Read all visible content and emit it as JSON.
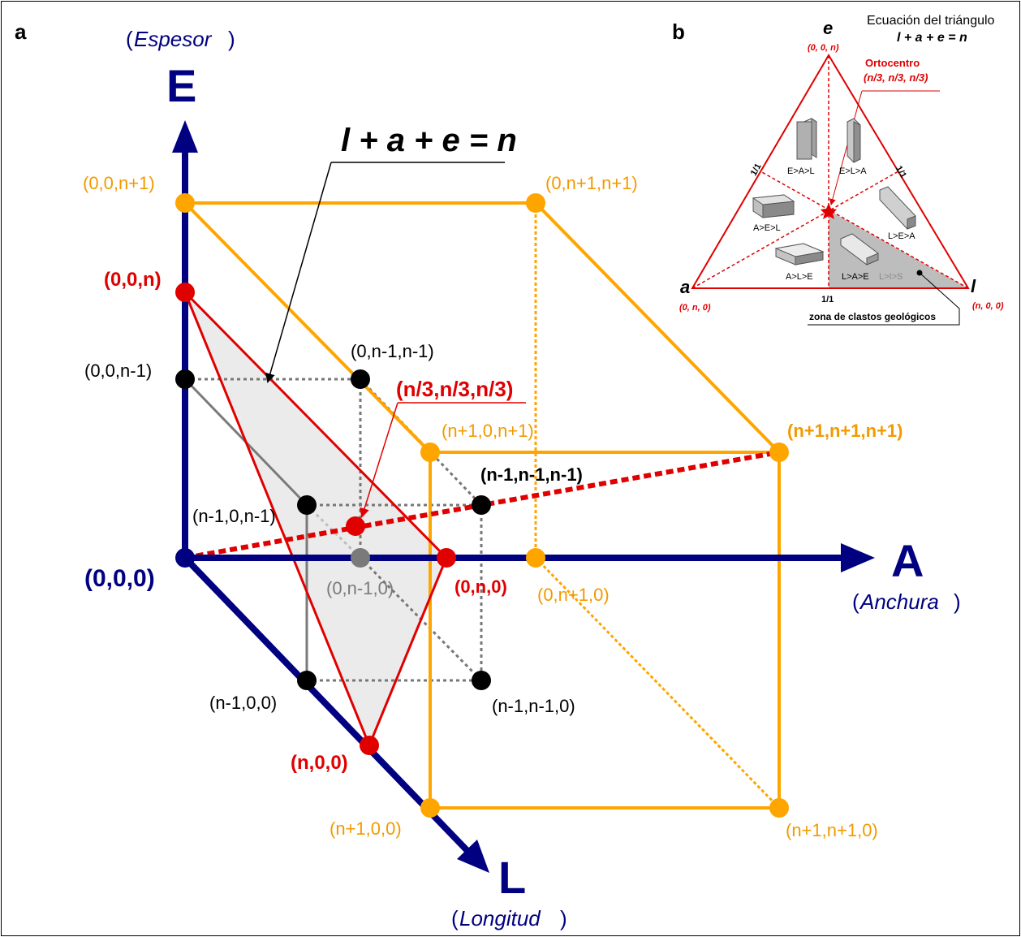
{
  "panels": {
    "a": "a",
    "b": "b"
  },
  "colors": {
    "axis": "#000080",
    "red": "#e00000",
    "orange": "#ffa500",
    "orange_text": "#f29a00",
    "black": "#000000",
    "gray": "#7a7a7a",
    "triangle_fill": "#ebebeb",
    "zone_fill": "#bdbdbd"
  },
  "axes": {
    "E": {
      "letter": "E",
      "name": "Espesor"
    },
    "A": {
      "letter": "A",
      "name": "Anchura"
    },
    "L": {
      "letter": "L",
      "name": "Longitud"
    }
  },
  "equation": "l + a + e = n",
  "points": {
    "origin": "(0,0,0)",
    "e_n": "(0,0,n)",
    "e_n1": "(0,0,n+1)",
    "e_nm1": "(0,0,n-1)",
    "a_n": "(0,n,0)",
    "a_n1": "(0,n+1,0)",
    "a_nm1": "(0,n-1,0)",
    "l_n": "(n,0,0)",
    "l_n1": "(n+1,0,0)",
    "l_nm1": "(n-1,0,0)",
    "ae_n1": "(0,n+1,n+1)",
    "ae_nm1": "(0,n-1,n-1)",
    "le_n1": "(n+1,0,n+1)",
    "le_nm1": "(n-1,0,n-1)",
    "la_n1": "(n+1,n+1,0)",
    "la_nm1": "(n-1,n-1,0)",
    "all_n1": "(n+1,n+1,n+1)",
    "all_nm1": "(n-1,n-1,n-1)",
    "centroid": "(n/3,n/3,n/3)"
  },
  "inset": {
    "title_line1": "Ecuación del triángulo",
    "title_line2": "l + a + e = n",
    "vertex_e": "e",
    "vertex_e_coords": "(0, 0, n)",
    "vertex_a": "a",
    "vertex_a_coords": "(0, n, 0)",
    "vertex_l": "l",
    "vertex_l_coords": "(n, 0, 0)",
    "orthocenter_label": "Ortocentro",
    "orthocenter_coords": "(n/3, n/3, n/3)",
    "ratio_left": "1/1",
    "ratio_right": "1/1",
    "ratio_bottom": "1/1",
    "zones": [
      "E>A>L",
      "E>L>A",
      "A>E>L",
      "L>E>A",
      "A>L>E",
      "L>A>E"
    ],
    "zone_gray": "L>I>S",
    "geo_zone": "zona de clastos geológicos"
  }
}
